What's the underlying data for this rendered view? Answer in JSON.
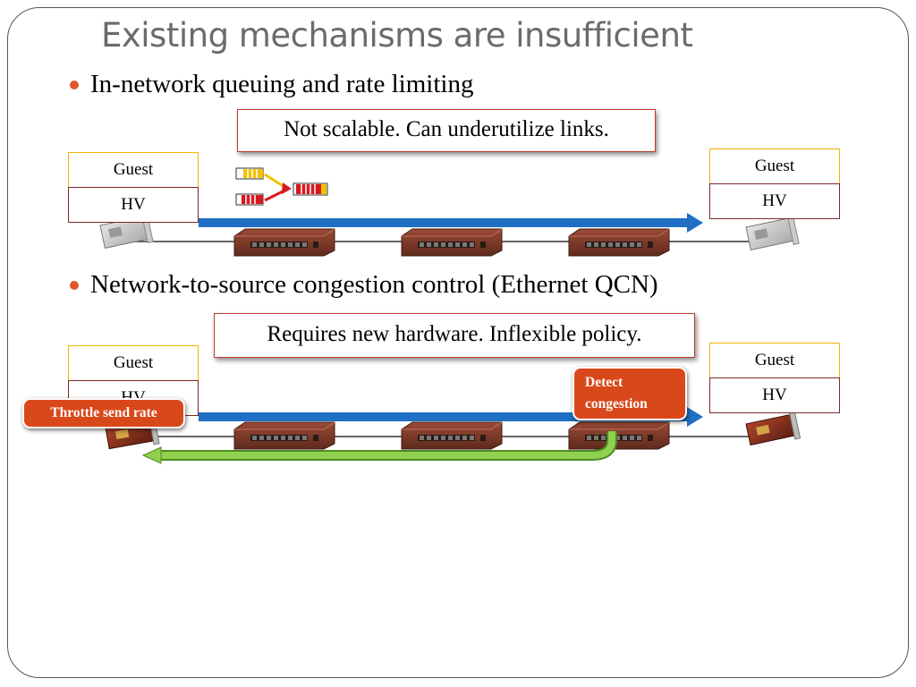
{
  "slide": {
    "title": "Existing mechanisms are insufficient",
    "bullets": [
      {
        "text": "In-network queuing and rate limiting"
      },
      {
        "text": "Network-to-source congestion control (Ethernet QCN)"
      }
    ],
    "section1": {
      "callout": "Not scalable. Can underutilize links.",
      "left_guest": "Guest",
      "left_hv": "HV",
      "right_guest": "Guest",
      "right_hv": "HV"
    },
    "section2": {
      "callout": "Requires new hardware. Inflexible policy.",
      "left_guest": "Guest",
      "left_hv": "HV",
      "right_guest": "Guest",
      "right_hv": "HV",
      "throttle_label": "Throttle send rate",
      "detect_label": "Detect congestion"
    }
  },
  "colors": {
    "accent_orange": "#d9481b",
    "bullet_dot": "#e0552b",
    "flow_arrow_blue": "#1f6fc4",
    "feedback_arrow_green": "#7ac143",
    "guest_border": "#f0b400",
    "hv_border": "#7a2a2a",
    "callout_border": "#c0392b",
    "switch_body": "#7b3b2a"
  },
  "icons": [
    "network-switch-icon",
    "network-card-icon",
    "queue-icon"
  ]
}
